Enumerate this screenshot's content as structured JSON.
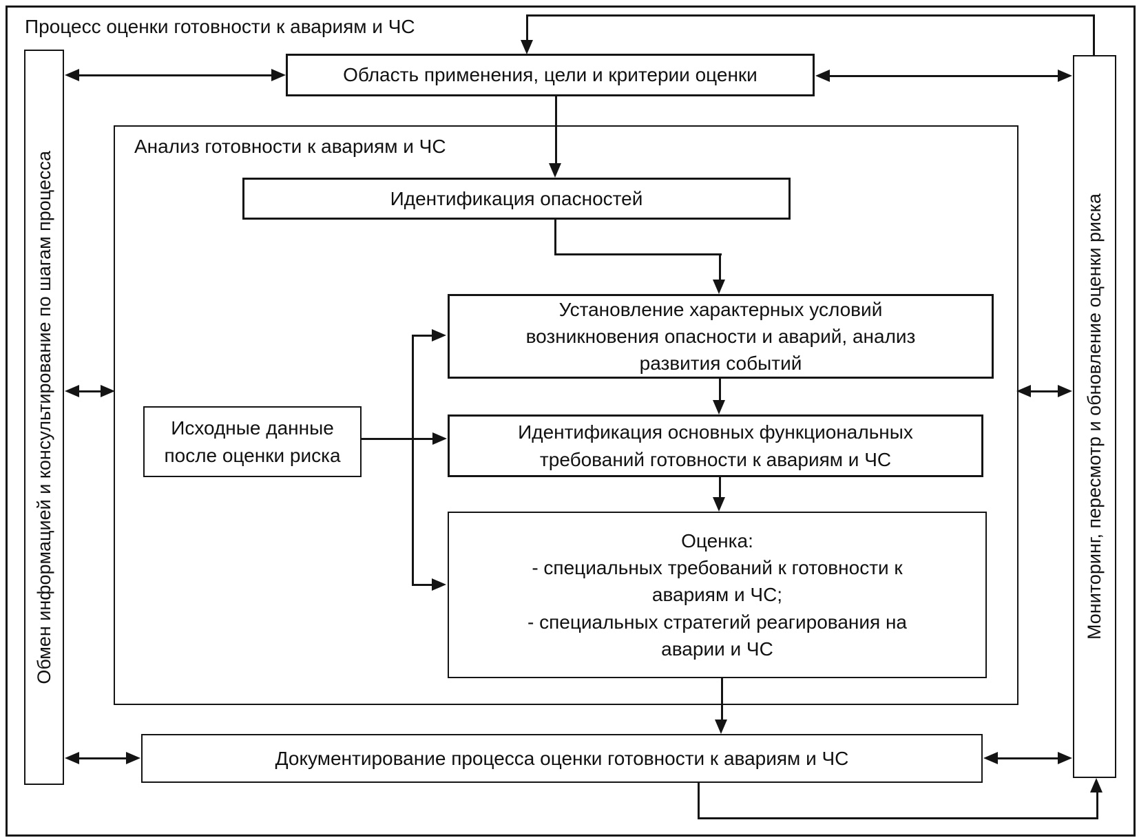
{
  "diagram": {
    "title": "Процесс оценки готовности к авариям и ЧС",
    "left_bar": {
      "label": "Обмен информацией и консультирование по шагам процесса"
    },
    "right_bar": {
      "label": "Мониторинг, пересмотр и обновление оценки риска"
    },
    "boxes": {
      "scope": {
        "label": "Область применения, цели и критерии оценки"
      },
      "analysis": {
        "label": "Анализ готовности к авариям и ЧС"
      },
      "hazard": {
        "label": "Идентификация опасностей"
      },
      "conditions": {
        "lines": [
          "Установление характерных условий",
          "возникновения опасности и аварий, анализ",
          "развития событий"
        ]
      },
      "initial_data": {
        "lines": [
          "Исходные данные",
          "после оценки риска"
        ]
      },
      "functional": {
        "lines": [
          "Идентификация основных функциональных",
          "требований готовности к авариям и ЧС"
        ]
      },
      "evaluation": {
        "lines": [
          "Оценка:",
          "- специальных требований к готовности к",
          "авариям и ЧС;",
          "- специальных стратегий реагирования на",
          "аварии и ЧС"
        ]
      },
      "documentation": {
        "label": "Документирование процесса оценки готовности к авариям и ЧС"
      }
    },
    "colors": {
      "line": "#141414",
      "background": "#ffffff"
    }
  }
}
